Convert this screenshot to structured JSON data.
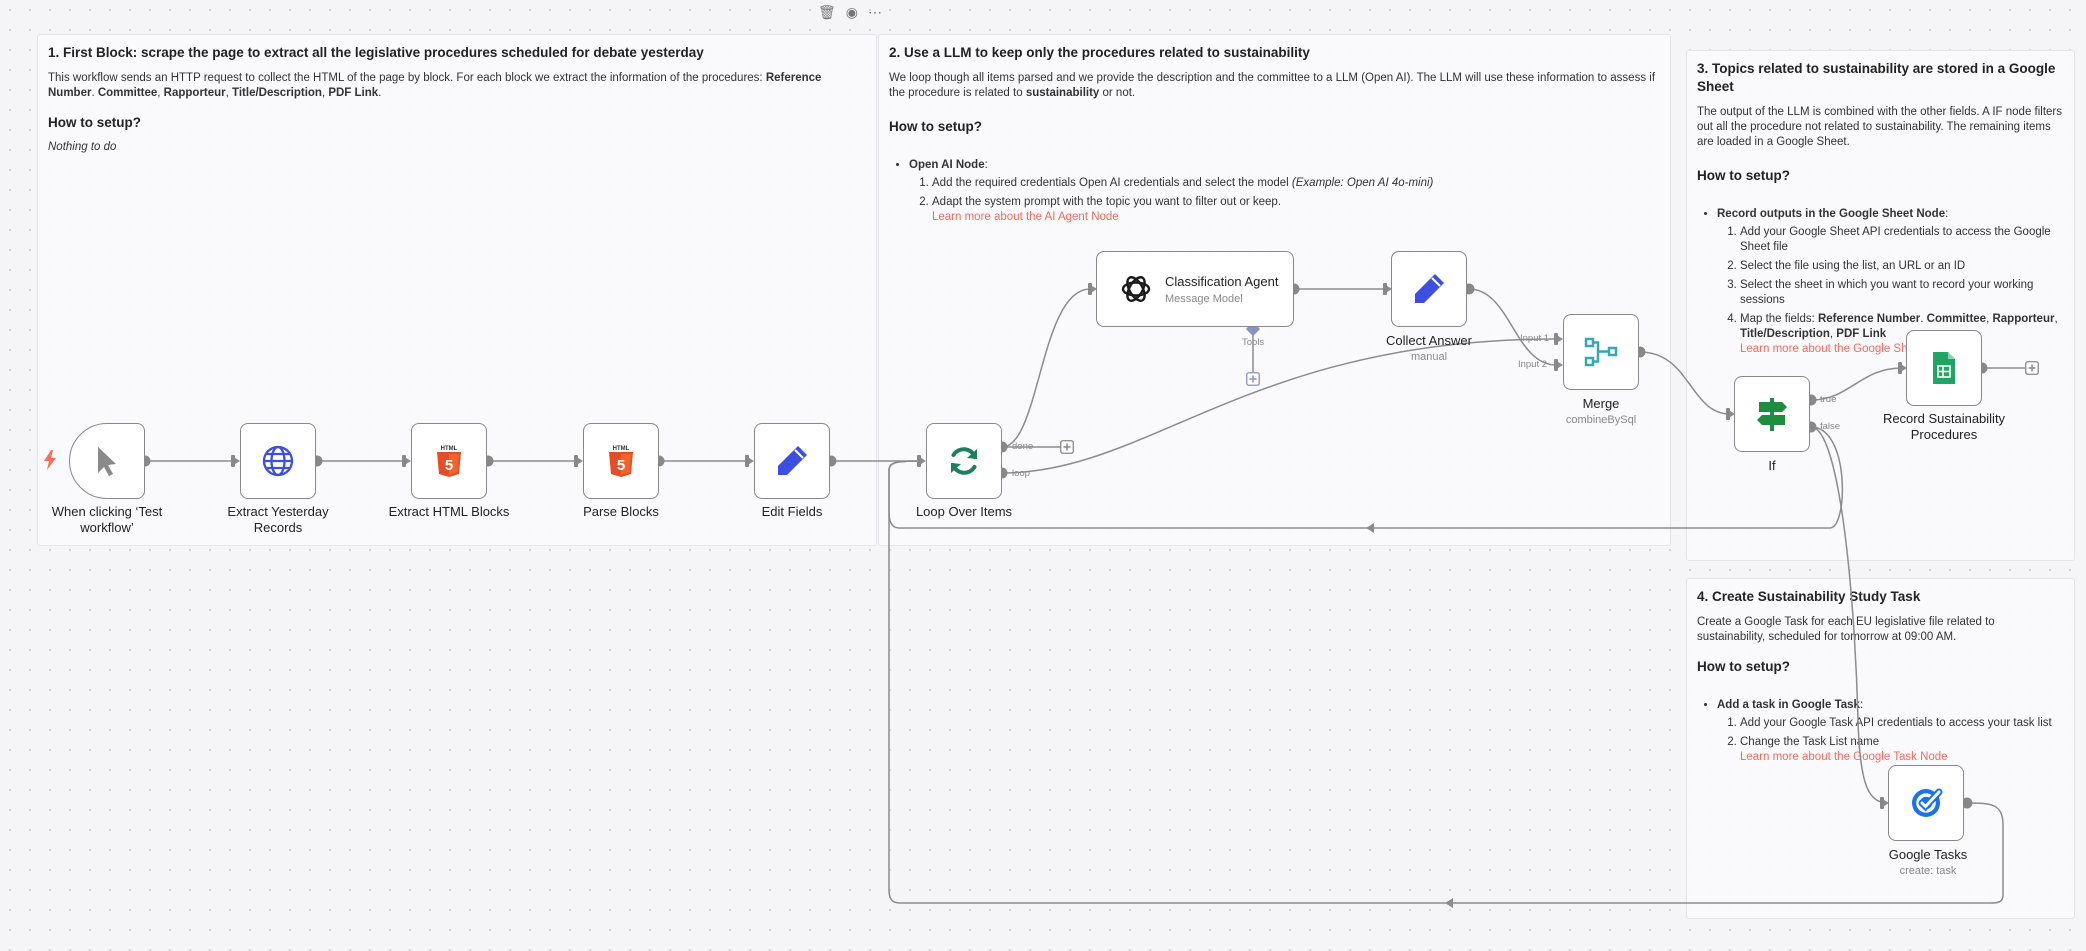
{
  "toolbar": {
    "delete_glyph": "🗑",
    "color_glyph": "◉",
    "more_glyph": "⋯"
  },
  "sticky1": {
    "title": "1. First Block: scrape the page to extract all the legislative procedures scheduled for debate yesterday",
    "intro": "This workflow sends an HTTP request to collect the HTML of the page by block. For each block we extract the information of the procedures:",
    "fields": [
      "Reference Number",
      "Committee",
      "Rapporteur",
      "Title/Description",
      "PDF Link"
    ],
    "setup_heading": "How to setup?",
    "setup_text": "Nothing to do"
  },
  "sticky2": {
    "title": "2. Use a LLM to keep only the procedures related to sustainability",
    "intro_1": "We loop though all items parsed and we provide the description and the committee to a LLM (Open AI). The LLM will use these information to assess if the procedure is related to ",
    "intro_bold": "sustainability",
    "intro_2": " or not.",
    "setup_heading": "How to setup?",
    "bullet": "Open AI Node",
    "step1_text": "Add the required credentials Open AI credentials and select the model ",
    "step1_italic": "(Example: Open AI 4o-mini)",
    "step2_text": "Adapt the system prompt with the topic you want to filter out or keep.",
    "step2_link": "Learn more about the AI Agent Node"
  },
  "sticky3": {
    "title": "3. Topics related to sustainability are stored in a Google Sheet",
    "intro": "The output of the LLM is combined with the other fields. A IF node filters out all the procedure not related to sustainability. The remaining items are loaded in a Google Sheet.",
    "setup_heading": "How to setup?",
    "bullet": "Record outputs in the Google Sheet Node",
    "step1": "Add your Google Sheet API credentials to access the Google Sheet file",
    "step2": "Select the file using the list, an URL or an ID",
    "step3": "Select the sheet in which you want to record your working sessions",
    "step4_text": "Map the fields: ",
    "step4_fields": [
      "Reference Number",
      "Committee",
      "Rapporteur",
      "Title/Description",
      "PDF Link"
    ],
    "step4_link": "Learn more about the Google Sheet Node"
  },
  "sticky4": {
    "title": "4. Create Sustainability Study Task",
    "intro": "Create a Google Task for each EU legislative file related to sustainability, scheduled for tomorrow at 09:00 AM.",
    "setup_heading": "How to setup?",
    "bullet": "Add a task in Google Task",
    "step1": "Add your Google Task API credentials to access your task list",
    "step2": "Change the Task List name",
    "step2_link": "Learn more about the Google Task Node"
  },
  "nodes": {
    "trigger": {
      "label": "When clicking ‘Test workflow’",
      "icon": "cursor-icon"
    },
    "http": {
      "label": "Extract Yesterday Records",
      "icon": "globe-icon"
    },
    "extract_html": {
      "label": "Extract HTML Blocks",
      "icon": "html5-icon",
      "badge": "HTML",
      "glyph": "5"
    },
    "parse": {
      "label": "Parse Blocks",
      "icon": "html5-icon",
      "badge": "HTML",
      "glyph": "5"
    },
    "edit": {
      "label": "Edit Fields",
      "icon": "pencil-icon"
    },
    "loop": {
      "label": "Loop Over Items",
      "icon": "refresh-icon",
      "out_done": "done",
      "out_loop": "loop"
    },
    "agent": {
      "title": "Classification Agent",
      "sub": "Message Model",
      "tools_label": "Tools",
      "icon": "openai-icon"
    },
    "collect": {
      "label": "Collect Answer",
      "sub": "manual",
      "icon": "pencil-icon"
    },
    "merge": {
      "label": "Merge",
      "sub": "combineBySql",
      "in1": "Input 1",
      "in2": "Input 2",
      "icon": "merge-icon"
    },
    "if": {
      "label": "If",
      "out_true": "true",
      "out_false": "false",
      "icon": "signpost-icon"
    },
    "sheet": {
      "label": "Record Sustainability Procedures",
      "icon": "google-sheets-icon"
    },
    "tasks": {
      "label": "Google Tasks",
      "sub": "create: task",
      "icon": "google-tasks-icon"
    }
  },
  "plus_glyph": "+",
  "colors": {
    "edge": "#8c8c8c",
    "link": "#f26b5f",
    "blue_icon": "#3c4fe0",
    "html_orange": "#e44d26",
    "loop_green": "#1d7f5e",
    "merge_teal": "#35a7b5",
    "if_green": "#1e8e3e",
    "sheet_green": "#21a464",
    "tasks_blue": "#1a73e8",
    "trigger_bolt": "#ff6d5a"
  }
}
